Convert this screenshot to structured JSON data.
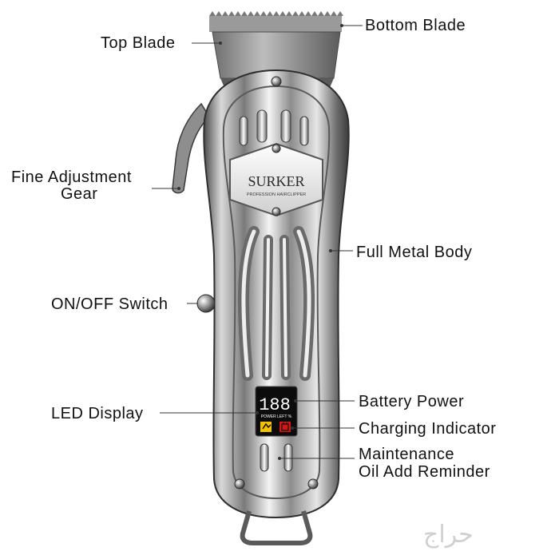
{
  "labels": {
    "top_blade": "Top Blade",
    "bottom_blade": "Bottom Blade",
    "fine_adjustment_gear_1": "Fine Adjustment",
    "fine_adjustment_gear_2": "Gear",
    "full_metal_body": "Full Metal Body",
    "on_off_switch": "ON/OFF Switch",
    "led_display": "LED Display",
    "battery_power": "Battery Power",
    "charging_indicator": "Charging Indicator",
    "maintenance_1": "Maintenance",
    "maintenance_2": "Oil Add Reminder"
  },
  "product": {
    "brand": "SURKER",
    "tagline": "PROFESSION HAIRCLIPPER",
    "led_digits": "188",
    "led_caption": "POWER LEFT %"
  },
  "watermark": "حراج",
  "colors": {
    "body_dark": "#5a5a5a",
    "body_light": "#f2f2f2",
    "accent_yellow": "#f2c200",
    "accent_red": "#d01818",
    "leader": "#333333"
  }
}
